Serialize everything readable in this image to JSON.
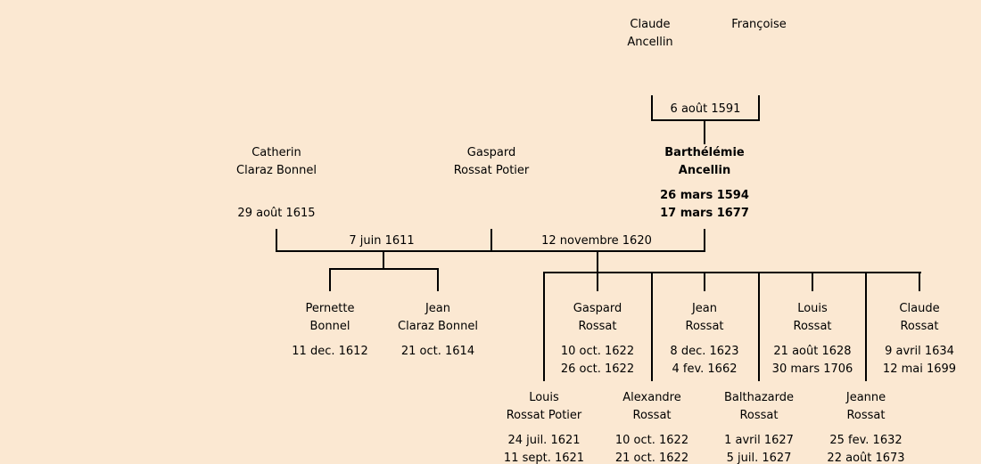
{
  "colors": {
    "background": "#FBE8D2",
    "line": "#000000",
    "text": "#000000",
    "highlighted_person_text": "#000000"
  },
  "generation1": {
    "husband": {
      "name1": "Claude",
      "name2": "Ancellin"
    },
    "wife": {
      "name1": "Françoise"
    },
    "marriage_date": "6 août 1591"
  },
  "generation2": {
    "catherin": {
      "name1": "Catherin",
      "name2": "Claraz Bonnel",
      "date1": "29 août 1615"
    },
    "gaspard": {
      "name1": "Gaspard",
      "name2": "Rossat Potier"
    },
    "barthelemie": {
      "name1": "Barthélémie",
      "name2": "Ancellin",
      "date1": "26 mars 1594",
      "date2": "17 mars 1677"
    },
    "marriage1_date": "7 juin 1611",
    "marriage2_date": "12 novembre 1620"
  },
  "children_marriage1": [
    {
      "name1": "Pernette",
      "name2": "Bonnel",
      "date1": "11 dec. 1612"
    },
    {
      "name1": "Jean",
      "name2": "Claraz Bonnel",
      "date1": "21 oct. 1614"
    }
  ],
  "children_marriage2_row1": [
    {
      "name1": "Gaspard",
      "name2": "Rossat",
      "date1": "10 oct. 1622",
      "date2": "26 oct. 1622"
    },
    {
      "name1": "Jean",
      "name2": "Rossat",
      "date1": "8 dec. 1623",
      "date2": "4 fev. 1662"
    },
    {
      "name1": "Louis",
      "name2": "Rossat",
      "date1": "21 août 1628",
      "date2": "30 mars 1706"
    },
    {
      "name1": "Claude",
      "name2": "Rossat",
      "date1": "9 avril 1634",
      "date2": "12 mai 1699"
    }
  ],
  "children_marriage2_row2": [
    {
      "name1": "Louis",
      "name2": "Rossat Potier",
      "date1": "24 juil. 1621",
      "date2": "11 sept. 1621"
    },
    {
      "name1": "Alexandre",
      "name2": "Rossat",
      "date1": "10 oct. 1622",
      "date2": "21 oct. 1622"
    },
    {
      "name1": "Balthazarde",
      "name2": "Rossat",
      "date1": "1 avril 1627",
      "date2": "5 juil. 1627"
    },
    {
      "name1": "Jeanne",
      "name2": "Rossat",
      "date1": "25 fev. 1632",
      "date2": "22 août 1673"
    }
  ]
}
